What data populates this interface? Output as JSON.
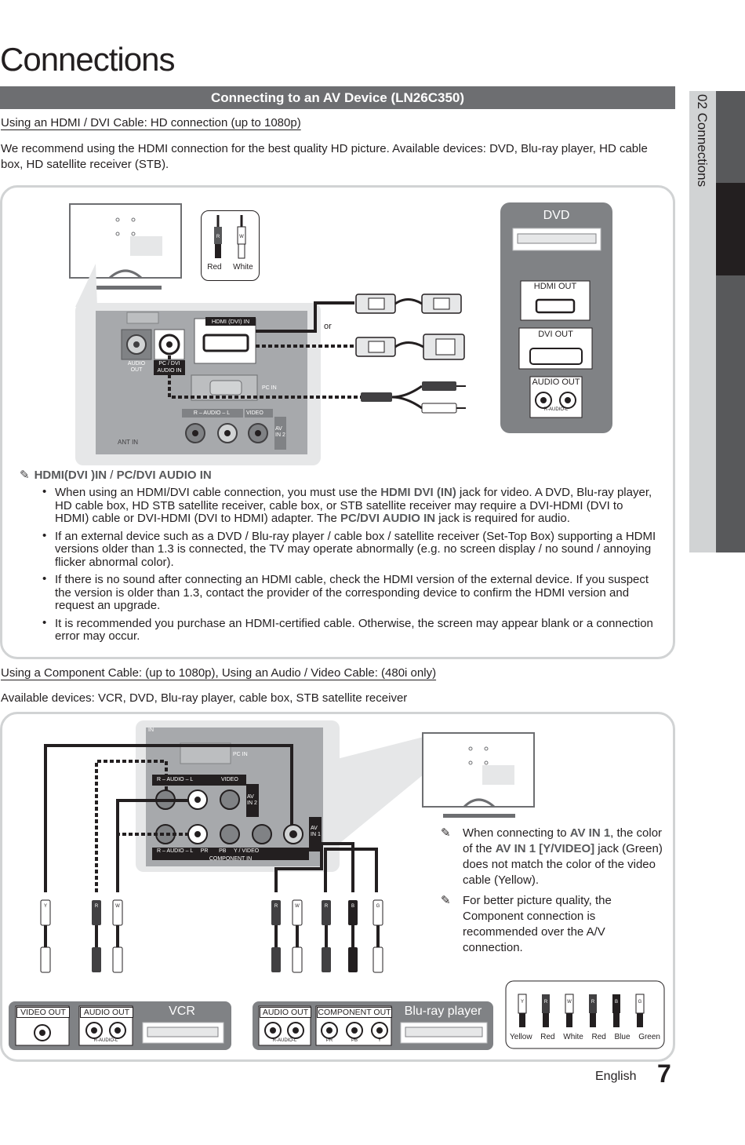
{
  "page_title": "Connections",
  "section_title": "Connecting to an AV Device (LN26C350)",
  "side_tab": "02   Connections",
  "hdmi": {
    "heading": "Using an HDMI / DVI Cable: HD connection (up to 1080p)",
    "intro": "We recommend using the HDMI connection for the best quality HD picture. Available devices: DVD, Blu-ray player, HD cable box, HD satellite receiver (STB).",
    "cable_colors": [
      "Red",
      "White"
    ],
    "plug_letters": [
      "R",
      "W"
    ],
    "or_label": "or",
    "panel_labels": {
      "hdmi_in": "HDMI (DVI) IN",
      "audio_out_1": "AUDIO",
      "audio_out_2": "OUT",
      "pc_dvi_1": "PC / DVI",
      "pc_dvi_2": "AUDIO IN",
      "pc_in": "PC IN",
      "audio": "R – AUDIO – L",
      "video": "VIDEO",
      "av_in2_1": "AV",
      "av_in2_2": "IN 2",
      "ant_in": "ANT IN"
    },
    "device": {
      "name": "DVD",
      "hdmi_out": "HDMI OUT",
      "dvi_out": "DVI OUT",
      "audio_out": "AUDIO OUT",
      "audio_sub": "R-AUDIO-L"
    },
    "note": {
      "title_a": "HDMI(DVI )IN",
      "title_sep": " / ",
      "title_b": "PC/DVI AUDIO IN",
      "b1_pre": "When using an HDMI/DVI cable connection, you must use the ",
      "b1_bold1": "HDMI DVI (IN)",
      "b1_mid": " jack for video. A DVD, Blu-ray player, HD cable box, HD STB satellite receiver, cable box, or STB satellite receiver may require a DVI-HDMI (DVI to HDMI) cable or DVI-HDMI (DVI to HDMI) adapter. The ",
      "b1_bold2": "PC/DVI AUDIO IN",
      "b1_post": " jack is required for audio.",
      "b2": "If an external device such as a DVD / Blu-ray player / cable box / satellite receiver (Set-Top Box) supporting a HDMI versions older than 1.3 is connected, the TV may operate abnormally (e.g. no screen display / no sound / annoying flicker abnormal color).",
      "b3": "If there is no sound after connecting an HDMI cable, check the HDMI version of the external device. If you suspect the version is older than 1.3, contact the provider of the corresponding device to confirm the HDMI version and request an upgrade.",
      "b4": "It is recommended you purchase an HDMI-certified cable. Otherwise, the screen may appear blank or a connection error may occur."
    }
  },
  "component": {
    "heading": "Using a Component Cable: (up to 1080p), Using an Audio / Video Cable: (480i only)",
    "intro": "Available devices: VCR, DVD, Blu-ray player, cable box, STB satellite receiver",
    "panel_labels": {
      "in": "IN",
      "pc_in": "PC IN",
      "audio": "R – AUDIO – L",
      "video": "VIDEO",
      "av_in2_1": "AV",
      "av_in2_2": "IN 2",
      "av_in1_1": "AV",
      "av_in1_2": "IN 1",
      "bottom_row": "R – AUDIO – L     PR       PB     Y / VIDEO",
      "component_in": "COMPONENT IN"
    },
    "note1_pre": "When connecting to ",
    "note1_bold1": "AV IN 1",
    "note1_mid": ", the color of the ",
    "note1_bold2": "AV IN 1 [Y/VIDEO]",
    "note1_post": " jack (Green) does not match the color of the video cable (Yellow).",
    "note2": "For better picture quality, the Component connection is recommended over the A/V connection.",
    "plug_letters": [
      "Y",
      "R",
      "W",
      "R",
      "W",
      "R",
      "B",
      "G"
    ],
    "legend_letters": [
      "Y",
      "R",
      "W",
      "R",
      "B",
      "G"
    ],
    "legend_colors": [
      "Yellow",
      "Red",
      "White",
      "Red",
      "Blue",
      "Green"
    ],
    "vcr": {
      "name": "VCR",
      "video_out": "VIDEO OUT",
      "audio_out": "AUDIO OUT",
      "audio_sub": "R-AUDIO-L"
    },
    "bluray": {
      "name": "Blu-ray player",
      "audio_out": "AUDIO OUT",
      "component_out": "COMPONENT OUT",
      "audio_sub": "R-AUDIO-L",
      "comp_sub": [
        "PR",
        "PB",
        "Y"
      ]
    }
  },
  "footer": {
    "language": "English",
    "page_number": "7"
  }
}
